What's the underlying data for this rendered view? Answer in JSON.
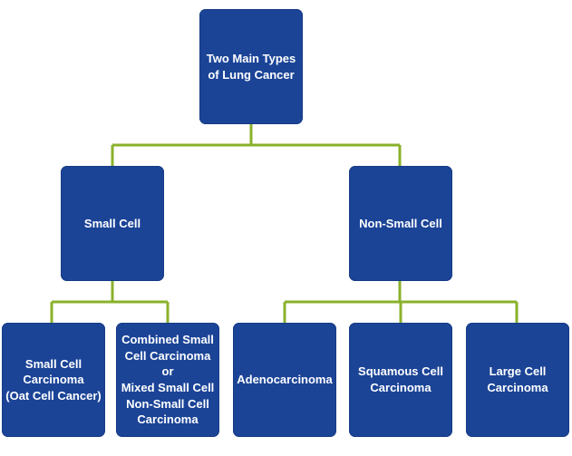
{
  "colors": {
    "box": "#1b4497",
    "text": "#ffffff",
    "connector": "#8ab12b"
  },
  "nodes": {
    "root": "Two Main Types\nof Lung Cancer",
    "small_cell": "Small Cell",
    "non_small_cell": "Non-Small Cell",
    "sclc_oat": "Small Cell\nCarcinoma\n(Oat Cell Cancer)",
    "combined": "Combined Small\nCell Carcinoma or\nMixed Small Cell\nNon-Small Cell\nCarcinoma",
    "adeno": "Adenocarcinoma",
    "squamous": "Squamous Cell\nCarcinoma",
    "large_cell": "Large Cell\nCarcinoma"
  }
}
